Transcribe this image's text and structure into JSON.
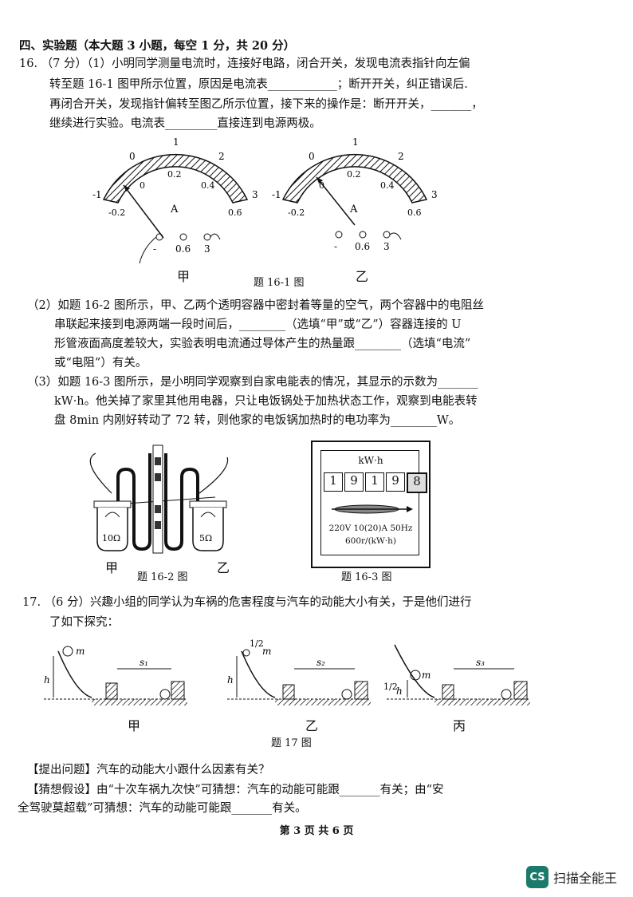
{
  "section_heading": "四、实验题（本大题 3 小题，每空 1 分，共 20 分）",
  "q16": {
    "lines": [
      "16.  （7 分）（1）小明同学测量电流时，连接好电路，闭合开关，发现电流表指针向左偏",
      "转至题 16-1 图甲所示位置，原因是电流表____________；断开开关，纠正错误后.",
      "再闭合开关，发现指针偏转至图乙所示位置，接下来的操作是：断开开关，_______，",
      "继续进行实验。电流表_________直接连到电源两极。"
    ],
    "meter": {
      "top_scale": [
        "-1",
        "0",
        "1",
        "2",
        "3"
      ],
      "bottom_scale": [
        "-0.2",
        "0",
        "0.2",
        "0.4",
        "0.6"
      ],
      "unit": "A",
      "terminals": [
        "-",
        "0.6",
        "3"
      ]
    },
    "label_left": "甲",
    "label_right": "乙",
    "fig1_caption": "题 16-1 图",
    "part2": [
      "（2）如题 16-2 图所示，甲、乙两个透明容器中密封着等量的空气，两个容器中的电阻丝",
      "串联起来接到电源两端一段时间后，________（选填“甲”或“乙”）容器连接的 U",
      "形管液面高度差较大，实验表明电流通过导体产生的热量跟________（选填“电流”",
      "或“电阻”）有关。"
    ],
    "part3": [
      "（3）如题 16-3 图所示，是小明同学观察到自家电能表的情况，其显示的示数为_______",
      "kW·h。他关掉了家里其他用电器，只让电饭锅处于加热状态工作，观察到电能表转",
      "盘 8min 内刚好转动了 72 转，则他家的电饭锅加热时的电功率为________W。"
    ],
    "fig2": {
      "r_left": "10Ω",
      "r_right": "5Ω",
      "label_left": "甲",
      "label_right": "乙",
      "caption": "题 16-2 图"
    },
    "fig3": {
      "unit": "kW·h",
      "digits": [
        "1",
        "9",
        "1",
        "9",
        "8"
      ],
      "spec": "220V  10(20)A  50Hz",
      "rev": "600r/(kW·h)",
      "caption": "题 16-3 图"
    }
  },
  "q17": {
    "lines": [
      "17.  （6 分）兴趣小组的同学认为车祸的危害程度与汽车的动能大小有关，于是他们进行",
      "了如下探究："
    ],
    "panels": [
      {
        "mass": "m",
        "height": "h",
        "dist": "s₁",
        "label": "甲"
      },
      {
        "mass": "m",
        "mass_frac": "1/2",
        "height": "h",
        "dist": "s₂",
        "label": "乙"
      },
      {
        "mass": "m",
        "height": "h",
        "height_frac": "1/2",
        "dist": "s₃",
        "label": "丙"
      }
    ],
    "caption": "题 17 图",
    "question": "【提出问题】汽车的动能大小跟什么因素有关？",
    "hypothesis": [
      "【猜想假设】由“十次车祸九次快”可猜想：汽车的动能可能跟_______有关；由“安",
      "全驾驶莫超载”可猜想：汽车的动能可能跟_______有关。"
    ]
  },
  "footer": "第 3 页    共 6 页",
  "badge": {
    "logo": "CS",
    "text": "扫描全能王"
  }
}
